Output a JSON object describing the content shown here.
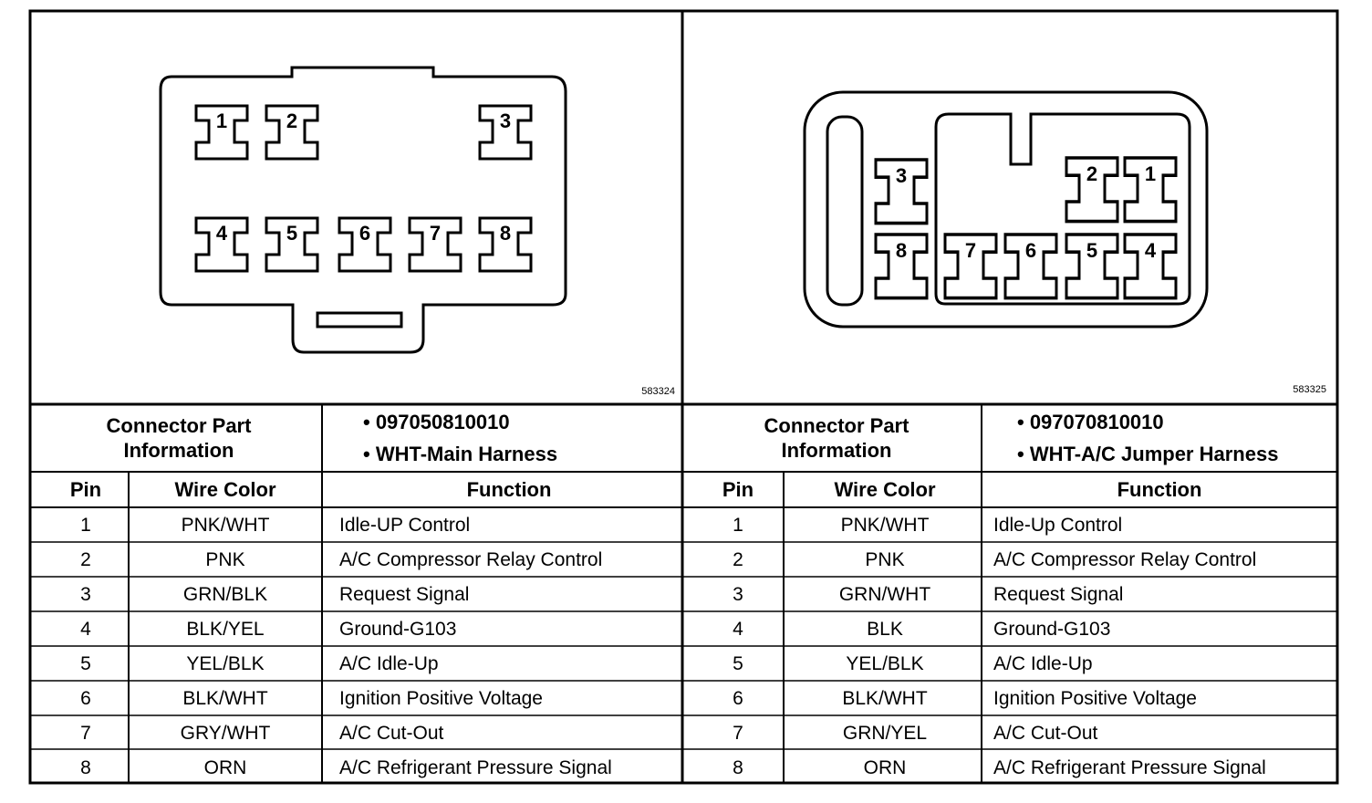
{
  "left": {
    "figure_id": "583324",
    "pins": [
      "1",
      "2",
      "3",
      "4",
      "5",
      "6",
      "7",
      "8"
    ],
    "header": {
      "part_label_line1": "Connector Part",
      "part_label_line2": "Information",
      "part_number": "• 097050810010",
      "part_desc": "• WHT-Main Harness"
    },
    "columns": {
      "pin": "Pin",
      "wire": "Wire Color",
      "function": "Function"
    },
    "rows": [
      {
        "pin": "1",
        "wire": "PNK/WHT",
        "function": "Idle-UP Control"
      },
      {
        "pin": "2",
        "wire": "PNK",
        "function": "A/C Compressor Relay Control"
      },
      {
        "pin": "3",
        "wire": "GRN/BLK",
        "function": "Request Signal"
      },
      {
        "pin": "4",
        "wire": "BLK/YEL",
        "function": "Ground-G103"
      },
      {
        "pin": "5",
        "wire": "YEL/BLK",
        "function": "A/C Idle-Up"
      },
      {
        "pin": "6",
        "wire": "BLK/WHT",
        "function": "Ignition Positive Voltage"
      },
      {
        "pin": "7",
        "wire": "GRY/WHT",
        "function": "A/C Cut-Out"
      },
      {
        "pin": "8",
        "wire": "ORN",
        "function": "A/C Refrigerant Pressure Signal"
      }
    ]
  },
  "right": {
    "figure_id": "583325",
    "pins": [
      "1",
      "2",
      "3",
      "4",
      "5",
      "6",
      "7",
      "8"
    ],
    "header": {
      "part_label_line1": "Connector Part",
      "part_label_line2": "Information",
      "part_number": "• 097070810010",
      "part_desc": "• WHT-A/C Jumper Harness"
    },
    "columns": {
      "pin": "Pin",
      "wire": "Wire Color",
      "function": "Function"
    },
    "rows": [
      {
        "pin": "1",
        "wire": "PNK/WHT",
        "function": "Idle-Up Control"
      },
      {
        "pin": "2",
        "wire": "PNK",
        "function": "A/C Compressor Relay Control"
      },
      {
        "pin": "3",
        "wire": "GRN/WHT",
        "function": "Request Signal"
      },
      {
        "pin": "4",
        "wire": "BLK",
        "function": "Ground-G103"
      },
      {
        "pin": "5",
        "wire": "YEL/BLK",
        "function": "A/C Idle-Up"
      },
      {
        "pin": "6",
        "wire": "BLK/WHT",
        "function": "Ignition Positive Voltage"
      },
      {
        "pin": "7",
        "wire": "GRN/YEL",
        "function": "A/C Cut-Out"
      },
      {
        "pin": "8",
        "wire": "ORN",
        "function": "A/C Refrigerant Pressure Signal"
      }
    ]
  }
}
